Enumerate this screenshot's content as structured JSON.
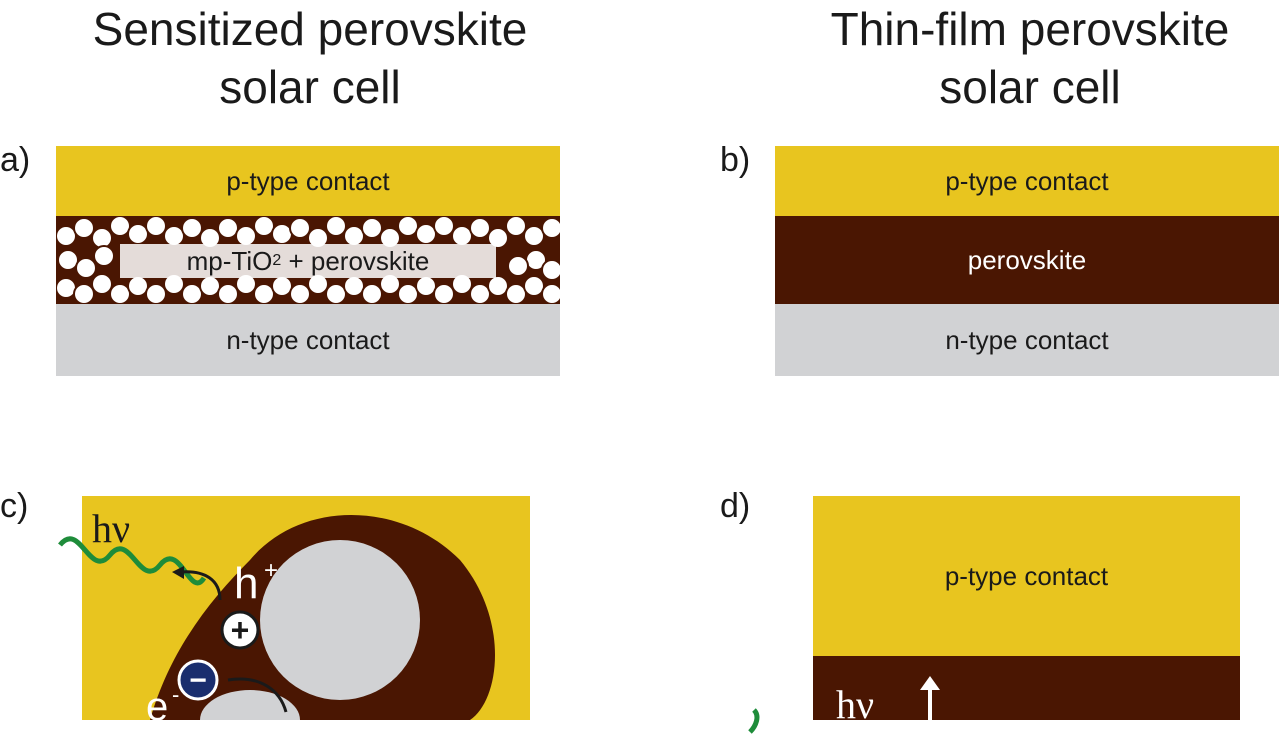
{
  "titles": {
    "left": [
      "Sensitized perovskite",
      "solar cell"
    ],
    "right": [
      "Thin-film perovskite",
      "solar cell"
    ]
  },
  "panels": {
    "a": {
      "label": "a)",
      "top_layer": "p-type contact",
      "middle_layer": "mp-TiO",
      "middle_sub": "2",
      "middle_rest": " + perovskite",
      "bottom_layer": "n-type contact"
    },
    "b": {
      "label": "b)",
      "top_layer": "p-type contact",
      "middle_layer": "perovskite",
      "bottom_layer": "n-type contact"
    },
    "c": {
      "label": "c)",
      "photon": "hν",
      "hole": "h",
      "hole_charge": "+",
      "plus_symbol": "+",
      "minus_symbol": "−",
      "electron": "e",
      "electron_charge": "-"
    },
    "d": {
      "label": "d)",
      "top_layer": "p-type contact",
      "photon": "hν"
    }
  },
  "colors": {
    "gold": "#e8c51f",
    "brown": "#4a1602",
    "grey": "#d1d2d4",
    "green": "#1e8c3a",
    "navy": "#1a2e6e"
  }
}
